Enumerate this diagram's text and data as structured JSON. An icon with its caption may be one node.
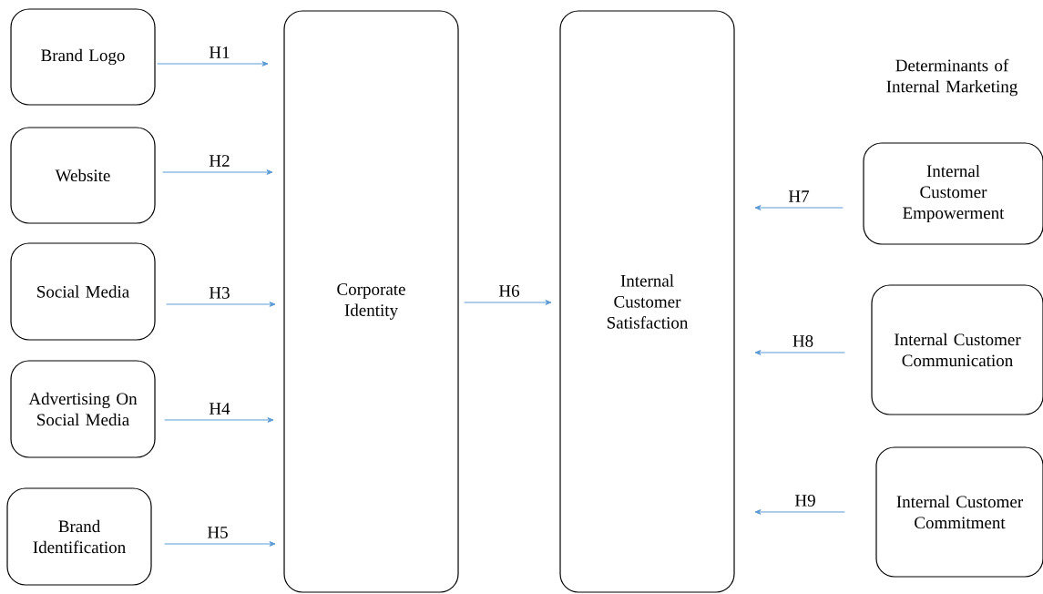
{
  "diagram": {
    "nodes": [
      {
        "text": [
          "Brand Logo"
        ]
      },
      {
        "text": [
          "Website"
        ]
      },
      {
        "text": [
          "Social Media"
        ]
      },
      {
        "text": [
          "Advertising On Social Media"
        ]
      },
      {
        "text": [
          "Brand Identification"
        ]
      },
      {
        "text": [
          "Corporate Identity"
        ]
      },
      {
        "text": [
          "Internal Customer Satisfaction"
        ]
      },
      {
        "text": [
          "Internal Customer Empowerment"
        ]
      },
      {
        "text": [
          "Internal Customer Communication"
        ]
      },
      {
        "text": [
          "Internal Customer Commitment"
        ]
      }
    ],
    "edges": [
      {
        "from": 0,
        "to": 5,
        "arrow": "to",
        "label": "H1"
      },
      {
        "from": 1,
        "to": 5,
        "arrow": "to",
        "label": "H2"
      },
      {
        "from": 2,
        "to": 5,
        "arrow": "to",
        "label": "H3"
      },
      {
        "from": 3,
        "to": 5,
        "arrow": "to",
        "label": "H4"
      },
      {
        "from": 4,
        "to": 5,
        "arrow": "to",
        "label": "H5"
      },
      {
        "from": 5,
        "to": 6,
        "arrow": "to",
        "label": "H6"
      },
      {
        "from": 7,
        "to": 6,
        "arrow": "to",
        "label": "H7"
      },
      {
        "from": 8,
        "to": 6,
        "arrow": "to",
        "label": "H8"
      },
      {
        "from": 9,
        "to": 6,
        "arrow": "to",
        "label": "H9"
      }
    ],
    "labels": [
      "Determinants of Internal Marketing"
    ]
  }
}
